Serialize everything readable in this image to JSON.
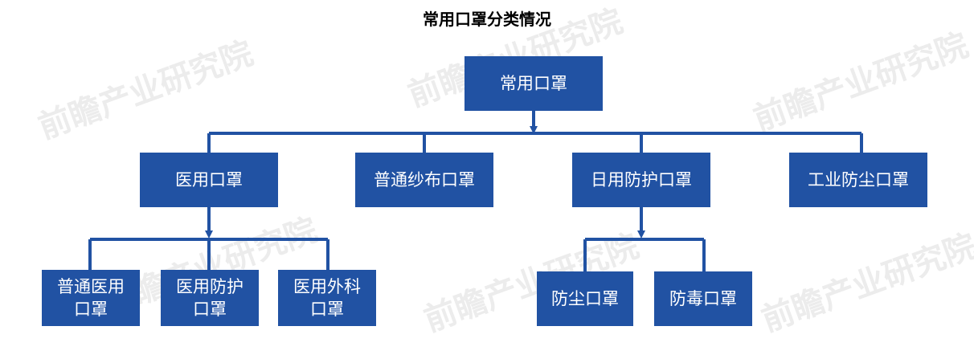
{
  "title": "常用口罩分类情况",
  "root": "常用口罩",
  "level1": [
    "医用口罩",
    "普通纱布口罩",
    "日用防护口罩",
    "工业防尘口罩"
  ],
  "medical_children": [
    {
      "line1": "普通医用",
      "line2": "口罩"
    },
    {
      "line1": "医用防护",
      "line2": "口罩"
    },
    {
      "line1": "医用外科",
      "line2": "口罩"
    }
  ],
  "daily_children": [
    "防尘口罩",
    "防毒口罩"
  ],
  "watermark": {
    "brand": "前瞻产业研究院"
  },
  "colors": {
    "node": "#2152a3",
    "line": "#2152a3",
    "text": "#ffffff"
  }
}
